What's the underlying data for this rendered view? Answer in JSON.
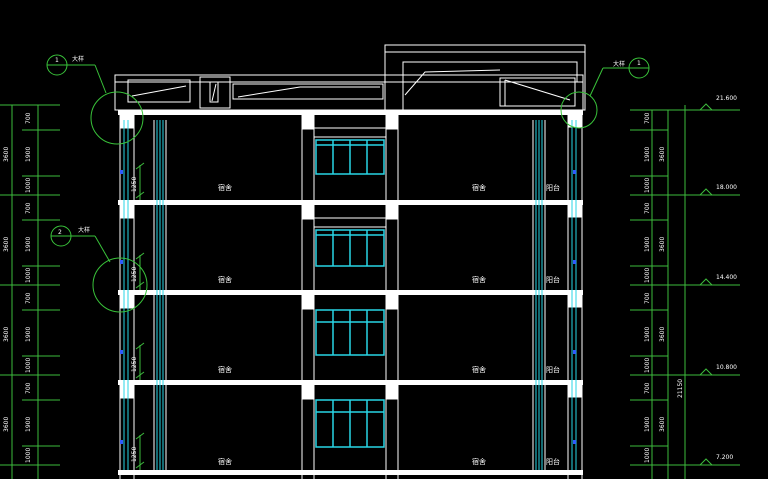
{
  "drawing": {
    "colors": {
      "background": "#000000",
      "structure": "#ffffff",
      "glazing": "#29d6e6",
      "detail_callout": "#39c23a",
      "dimension": "#3dbb3d",
      "marker": "#2f5bff"
    },
    "detail_marks": [
      {
        "number": "1",
        "label": "大样"
      },
      {
        "number": "2",
        "label": "大样"
      },
      {
        "number": "1",
        "label": "大样"
      }
    ],
    "room_labels": {
      "dorm": "宿舍",
      "balcony": "阳台"
    },
    "elevations": [
      "21.600",
      "18.000",
      "14.400",
      "10.800",
      "7.200"
    ],
    "total_height": "21150",
    "left_dims": {
      "story": [
        "3600",
        "3600",
        "3600"
      ],
      "segments": [
        "700",
        "1900",
        "1000"
      ]
    },
    "right_dims": {
      "story": [
        "3600",
        "3600",
        "3600",
        "3600"
      ],
      "segments": [
        "700",
        "1900",
        "1000"
      ]
    },
    "window_dim": "1250"
  }
}
